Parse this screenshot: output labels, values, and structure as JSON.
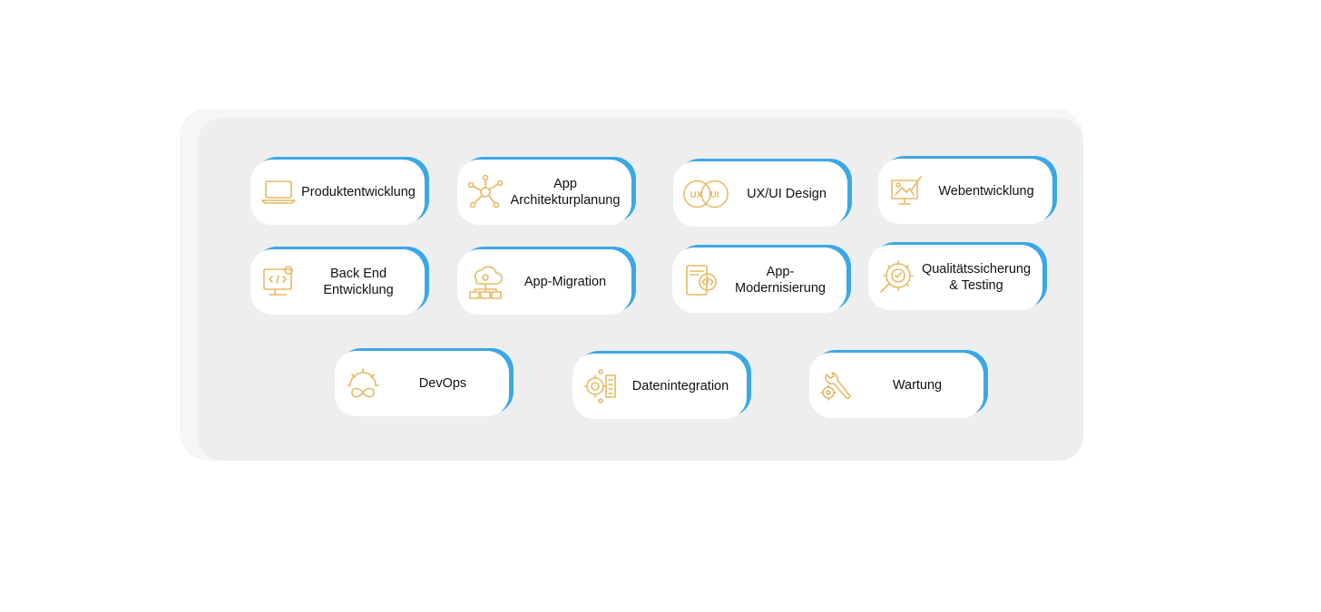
{
  "colors": {
    "accent_border": "#3aa8e6",
    "icon_gold": "#e6b964",
    "panel_background": "#eeeeee"
  },
  "cards": [
    {
      "label": "Produktentwicklung",
      "icon": "laptop-icon"
    },
    {
      "label": "App\nArchitekturplanung",
      "icon": "network-nodes-icon"
    },
    {
      "label": "UX/UI Design",
      "icon": "ux-ui-circles-icon"
    },
    {
      "label": "Webentwicklung",
      "icon": "easel-brush-icon"
    },
    {
      "label": "Back End\nEntwicklung",
      "icon": "monitor-code-gear-icon"
    },
    {
      "label": "App-Migration",
      "icon": "cloud-migration-icon"
    },
    {
      "label": "App-Modernisierung",
      "icon": "document-code-gear-icon"
    },
    {
      "label": "Qualitätssicherung\n& Testing",
      "icon": "gear-magnifier-check-icon"
    },
    {
      "label": "DevOps",
      "icon": "gear-infinity-icon"
    },
    {
      "label": "Datenintegration",
      "icon": "gear-circuit-icon"
    },
    {
      "label": "Wartung",
      "icon": "wrench-gears-icon"
    }
  ]
}
